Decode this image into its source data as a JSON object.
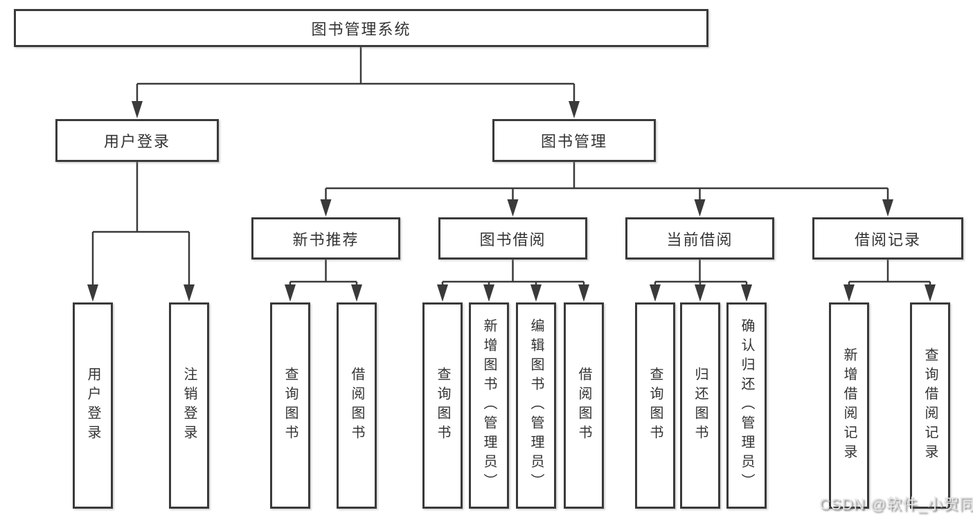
{
  "page": {
    "background": "#ffffff"
  },
  "diagram": {
    "type": "function-tree",
    "line_color": "#3a3a3a",
    "box_border_color": "#3a3a3a",
    "text_color": "#333333",
    "tree": {
      "label": "图书管理系统",
      "children": [
        {
          "label": "用户登录",
          "children": [
            {
              "label": "用户登录"
            },
            {
              "label": "注销登录"
            }
          ]
        },
        {
          "label": "图书管理",
          "children": [
            {
              "label": "新书推荐",
              "children": [
                {
                  "label": "查询图书"
                },
                {
                  "label": "借阅图书"
                }
              ]
            },
            {
              "label": "图书借阅",
              "children": [
                {
                  "label": "查询图书"
                },
                {
                  "label": "新增图书（管理员）"
                },
                {
                  "label": "编辑图书（管理员）"
                },
                {
                  "label": "借阅图书"
                }
              ]
            },
            {
              "label": "当前借阅",
              "children": [
                {
                  "label": "查询图书"
                },
                {
                  "label": "归还图书"
                },
                {
                  "label": "确认归还（管理员）"
                }
              ]
            },
            {
              "label": "借阅记录",
              "children": [
                {
                  "label": "新增借阅记录"
                },
                {
                  "label": "查询借阅记录"
                }
              ]
            }
          ]
        }
      ]
    }
  },
  "watermark": {
    "text": "CSDN @软件_小贺同学",
    "color": "#e6e6e6"
  }
}
